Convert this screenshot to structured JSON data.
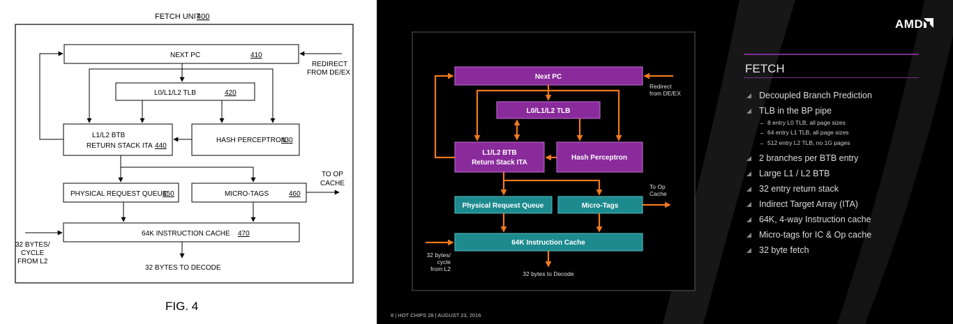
{
  "patent": {
    "title": "FETCH UNIT",
    "title_ref": "400",
    "fig_label": "FIG. 4",
    "next_pc": {
      "label": "NEXT PC",
      "ref": "410"
    },
    "tlb": {
      "label": "L0/L1/L2 TLB",
      "ref": "420"
    },
    "btb_line1": "L1/L2 BTB",
    "btb_line2": "RETURN STACK ITA",
    "btb_ref": "440",
    "hash": {
      "label": "HASH PERCEPTRON",
      "ref": "430"
    },
    "prq": {
      "label": "PHYSICAL REQUEST QUEUE",
      "ref": "450"
    },
    "mtags": {
      "label": "MICRO-TAGS",
      "ref": "460"
    },
    "icache": {
      "label": "64K INSTRUCTION CACHE",
      "ref": "470"
    },
    "redirect_line1": "REDIRECT",
    "redirect_line2": "FROM DE/EX",
    "toop_line1": "TO OP",
    "toop_line2": "CACHE",
    "bytes_line1": "32 BYTES/",
    "bytes_line2": "CYCLE",
    "bytes_line3": "FROM L2",
    "decode": "32 BYTES TO DECODE"
  },
  "slide": {
    "logo": "AMD",
    "heading": "FETCH",
    "next_pc": "Next PC",
    "tlb": "L0/L1/L2 TLB",
    "btb_line1": "L1/L2 BTB",
    "btb_line2": "Return Stack ITA",
    "hash": "Hash Perceptron",
    "prq": "Physical Request Queue",
    "mtags": "Micro-Tags",
    "icache": "64K Instruction Cache",
    "redirect_line1": "Redirect",
    "redirect_line2": "from DE/EX",
    "toop_line1": "To Op",
    "toop_line2": "Cache",
    "bytes_line1": "32 bytes/",
    "bytes_line2": "cycle",
    "bytes_line3": "from L2",
    "decode": "32 bytes to Decode",
    "bullets": [
      "Decoupled Branch Prediction",
      "TLB in the BP pipe",
      "2 branches per BTB entry",
      "Large L1 / L2 BTB",
      "32 entry return stack",
      "Indirect Target Array (ITA)",
      "64K, 4-way Instruction cache",
      "Micro-tags for IC & Op cache",
      "32 byte fetch"
    ],
    "sub_bullets": [
      "8 entry L0 TLB, all page sizes",
      "64 entry L1 TLB, all page sizes",
      "512 entry L2 TLB, no 1G pages"
    ],
    "footer": "8  |  HOT CHIPS 28  |  AUGUST 23, 2016",
    "colors": {
      "purple": "#8a2b9c",
      "teal": "#1d8a8e",
      "orange": "#f07a1e"
    }
  }
}
